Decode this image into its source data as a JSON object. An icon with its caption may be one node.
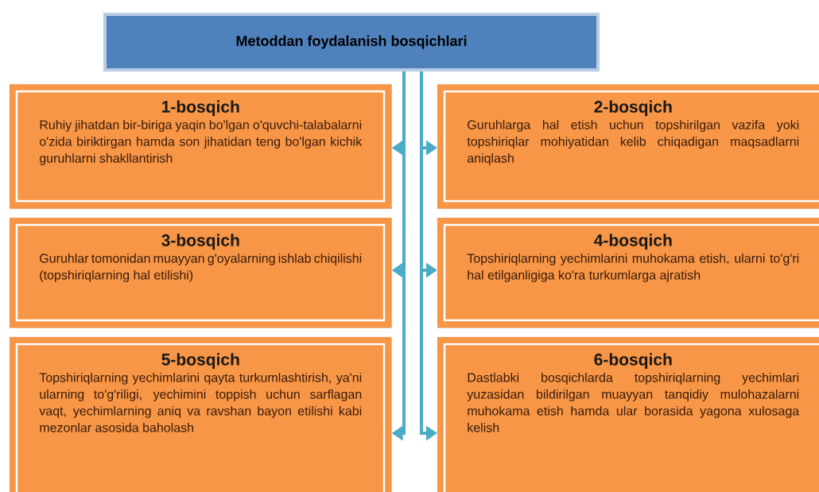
{
  "diagram": {
    "nodes": [
      {
        "text": [
          "Metoddan foydalanish bosqichlari"
        ]
      },
      {
        "text": [
          "1-bosqich",
          "Ruhiy jihatdan bir-biriga yaqin bo'lgan o'quvchi-talabalarni o'zida biriktirgan hamda son jihatidan teng bo'lgan kichik guruhlarni shakllantirish"
        ]
      },
      {
        "text": [
          "2-bosqich",
          "Guruhlarga hal etish uchun topshirilgan vazifa yoki topshiriqlar mohiyatidan kelib chiqadigan maqsadlarni aniqlash"
        ]
      },
      {
        "text": [
          "3-bosqich",
          "Guruhlar tomonidan muayyan g'oyalarning ishlab chiqilishi (topshiriqlarning hal etilishi)"
        ]
      },
      {
        "text": [
          "4-bosqich",
          "Topshiriqlarning yechimlarini muhokama etish, ularni to'g'ri hal etilganligiga ko'ra turkumlarga ajratish"
        ]
      },
      {
        "text": [
          "5-bosqich",
          "Topshiriqlarning yechimlarini qayta turkumlashtirish, ya'ni ularning to'g'riligi, yechimini toppish uchun sarflagan vaqt, yechimlarning aniq va ravshan bayon etilishi kabi mezonlar asosida baholash"
        ]
      },
      {
        "text": [
          "6-bosqich",
          "Dastlabki bosqichlarda topshiriqlarning yechimlari yuzasidan bildirilgan muayyan tanqidiy mulohazalarni muhokama etish hamda ular borasida yagona xulosaga kelish"
        ]
      }
    ],
    "edges": [
      {
        "from": 0,
        "to": 1,
        "arrow": "to"
      },
      {
        "from": 0,
        "to": 2,
        "arrow": "to"
      },
      {
        "from": 0,
        "to": 3,
        "arrow": "to"
      },
      {
        "from": 0,
        "to": 4,
        "arrow": "to"
      },
      {
        "from": 0,
        "to": 5,
        "arrow": "to"
      },
      {
        "from": 0,
        "to": 6,
        "arrow": "to"
      }
    ]
  }
}
